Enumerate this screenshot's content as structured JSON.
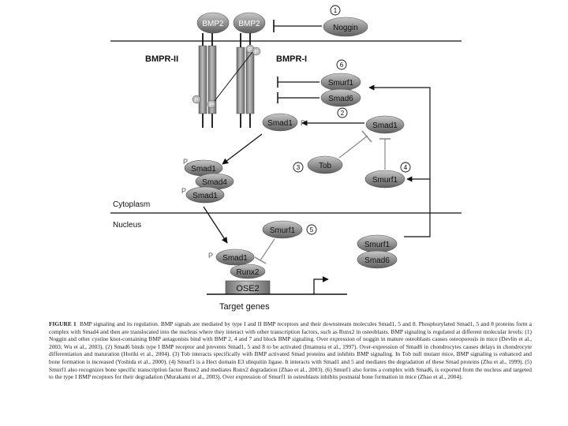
{
  "labels": {
    "bmp2_a": "BMP2",
    "bmp2_b": "BMP2",
    "noggin": "Noggin",
    "bmpr2": "BMPR-II",
    "bmpr1": "BMPR-I",
    "p": "P",
    "smurf1": "Smurf1",
    "smad6": "Smad6",
    "smad1": "Smad1",
    "smad4": "Smad4",
    "tob": "Tob",
    "runx2": "Runx2",
    "ose2": "OSE2",
    "cytoplasm": "Cytoplasm",
    "nucleus": "Nucleus",
    "target_genes": "Target genes"
  },
  "steps": {
    "s1": "1",
    "s2": "2",
    "s3": "3",
    "s4": "4",
    "s5": "5",
    "s6": "6"
  },
  "caption": {
    "lead": "FIGURE 1",
    "text": "BMP signaling and its regulation. BMP signals are mediated by type I and II BMP receptors and their downstream molecules Smad1, 5 and 8. Phosphorylated Smad1, 5 and 8 proteins form a complex with Smad4 and then are translocated into the nucleus where they interact with other transcription factors, such as Runx2 in osteoblasts. BMP signaling is regulated at different molecular levels: (1) Noggin and other cystine knot-containing BMP antagonists bind with BMP 2, 4 and 7 and block BMP signaling. Over expression of noggin in mature osteoblasts causes osteoporosis in mice (Devlin et al., 2003; Wu et al., 2003). (2) Smad6 binds type I BMP receptor and prevents Smad1, 5 and 8 to be activated (Imamura et al., 1997). Over-expression of Smad6 in chondrocytes causes delays in chondrocyte differentiation and maturation (Horiki et al., 2004). (3) Tob interacts specifically with BMP activated Smad proteins and inhibits BMP signaling. In Tob null mutant mice, BMP signaling is enhanced and bone formation is increased (Yoshida et al., 2000). (4) Smurf1 is a Hect domain E3 ubiquitin ligase. It interacts with Smad1 and 5 and mediates the degradation of these Smad proteins (Zhu et al., 1999). (5) Smurf1 also recognizes bone specific transcription factor Runx2 and mediates Runx2 degradation (Zhao et al., 2003). (6) Smurf1 also forms a complex with Smad6, is exported from the nucleus and targeted to the type I BMP receptors for their degradation (Murakami et al., 2003). Over expression of Smurf1 in osteoblasts inhibits postnatal bone formation in mice (Zhao et al., 2004)."
  },
  "colors": {
    "protein_fill": "#9a9a9a",
    "protein_dark": "#5a5a5a",
    "receptor": "#8c8c8c",
    "line": "#111111",
    "inhibit_gray": "#888888"
  }
}
